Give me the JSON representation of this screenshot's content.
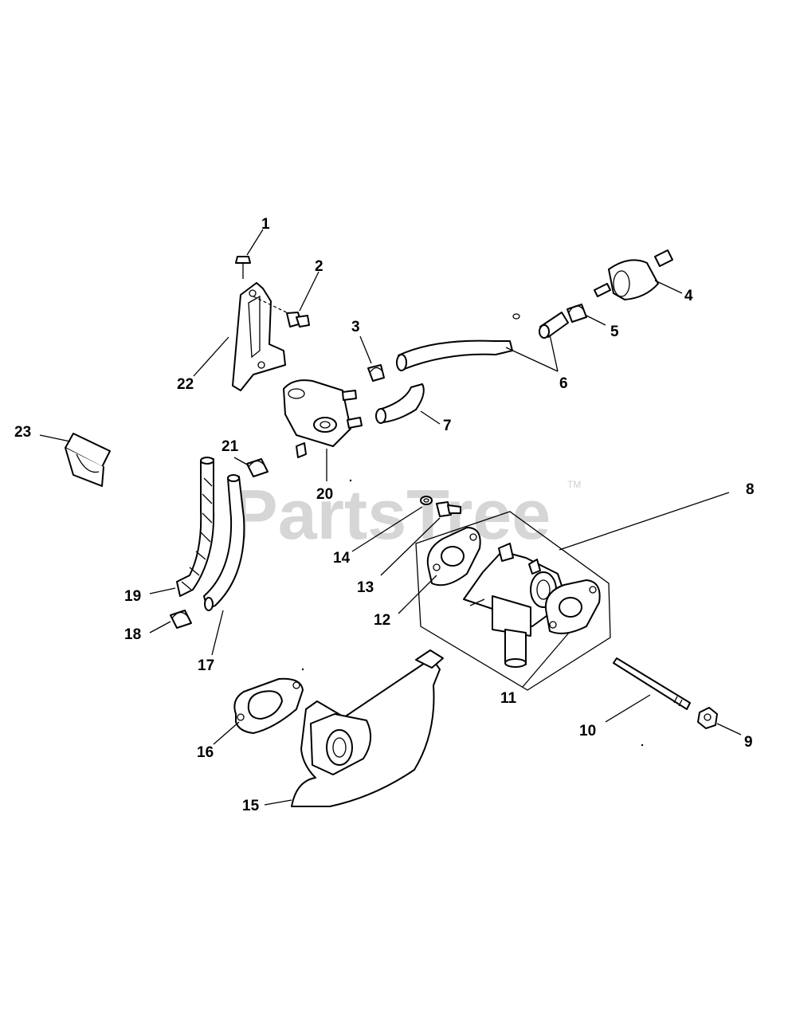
{
  "watermark": {
    "text": "PartsTree",
    "trademark": "TM"
  },
  "callouts": [
    "1",
    "2",
    "3",
    "4",
    "5",
    "6",
    "7",
    "8",
    "9",
    "10",
    "11",
    "12",
    "13",
    "14",
    "15",
    "16",
    "17",
    "18",
    "19",
    "20",
    "21",
    "22",
    "23"
  ],
  "colors": {
    "ink": "#000000",
    "paper": "#ffffff",
    "watermark": "#d6d6d6"
  }
}
